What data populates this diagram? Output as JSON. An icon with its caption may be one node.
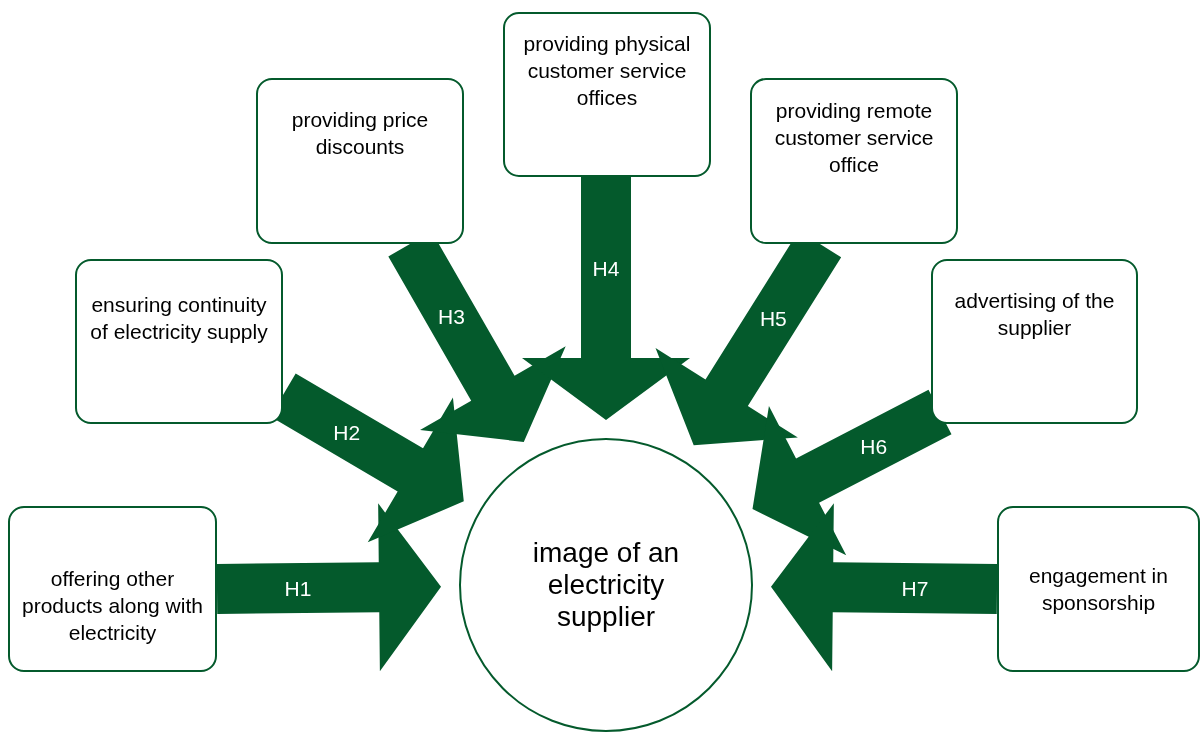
{
  "diagram": {
    "nodes": [
      {
        "text": [
          "offering other products along with electricity"
        ]
      },
      {
        "text": [
          "ensuring continuity of electricity supply"
        ]
      },
      {
        "text": [
          "providing price discounts"
        ]
      },
      {
        "text": [
          "providing physical customer service offices"
        ]
      },
      {
        "text": [
          "providing remote customer service office"
        ]
      },
      {
        "text": [
          "advertising of the supplier"
        ]
      },
      {
        "text": [
          "engagement in sponsorship"
        ]
      },
      {
        "text": [
          "image of an electricity supplier"
        ]
      }
    ],
    "edges": [
      {
        "from": 0,
        "to": 7,
        "arrow": "to",
        "label": "H1"
      },
      {
        "from": 1,
        "to": 7,
        "arrow": "to",
        "label": "H2"
      },
      {
        "from": 2,
        "to": 7,
        "arrow": "to",
        "label": "H3"
      },
      {
        "from": 3,
        "to": 7,
        "arrow": "to",
        "label": "H4"
      },
      {
        "from": 4,
        "to": 7,
        "arrow": "to",
        "label": "H5"
      },
      {
        "from": 5,
        "to": 7,
        "arrow": "to",
        "label": "H6"
      },
      {
        "from": 6,
        "to": 7,
        "arrow": "to",
        "label": "H7"
      }
    ]
  }
}
